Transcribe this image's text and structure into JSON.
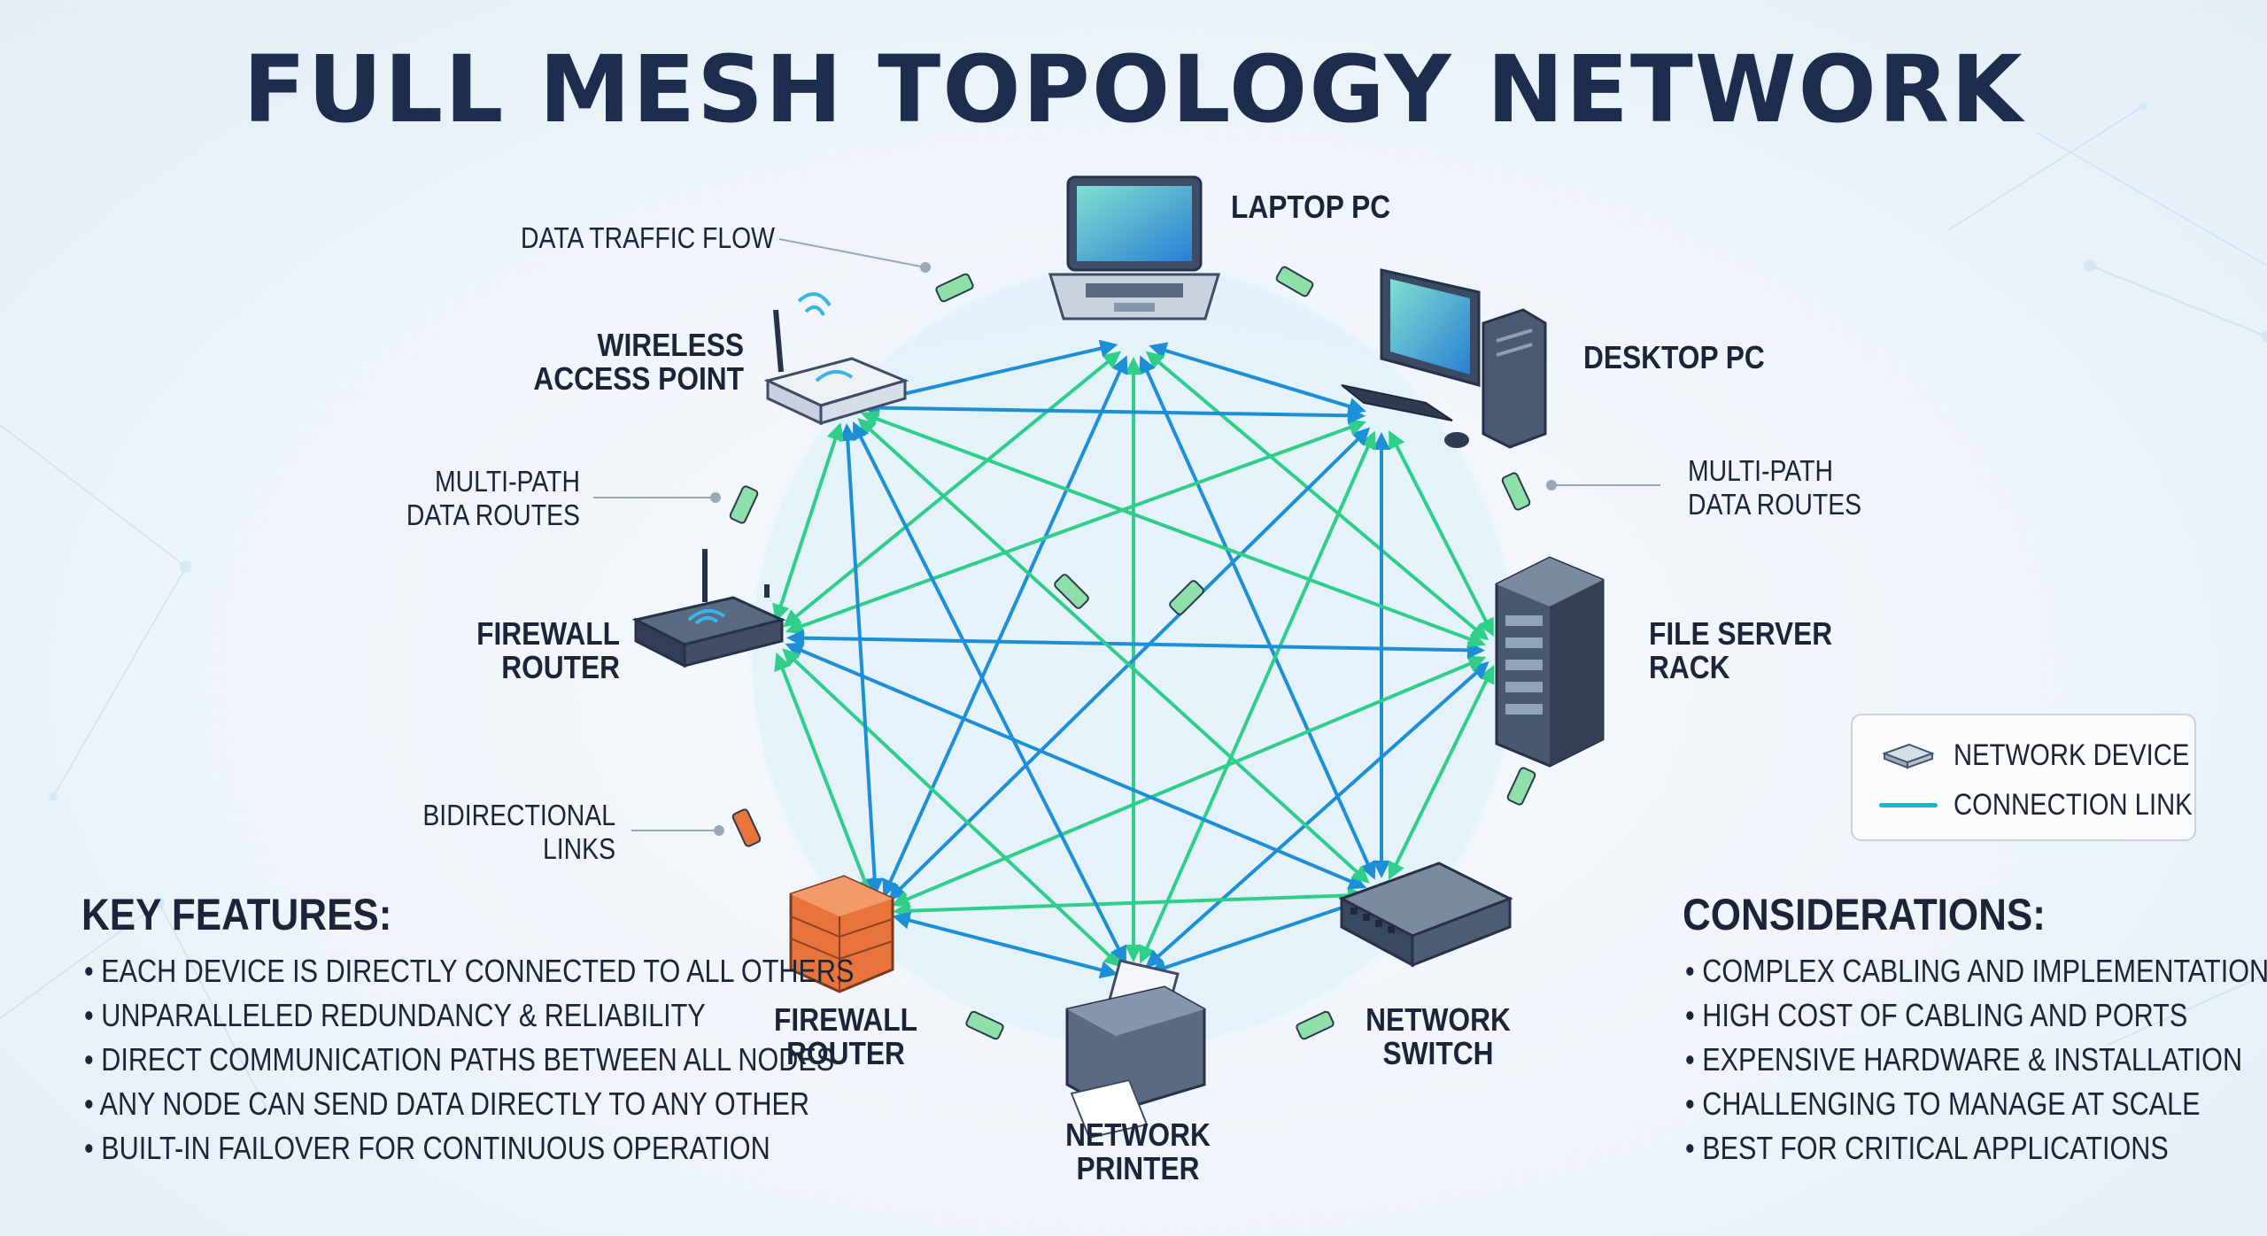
{
  "title": "FULL MESH TOPOLOGY NETWORK",
  "nodes": [
    {
      "id": "laptop",
      "label": "LAPTOP PC",
      "icon": "laptop-icon"
    },
    {
      "id": "desktop",
      "label": "DESKTOP PC",
      "icon": "desktop-pc-icon"
    },
    {
      "id": "server",
      "label": "FILE SERVER RACK",
      "icon": "server-rack-icon"
    },
    {
      "id": "switch",
      "label": "NETWORK SWITCH",
      "icon": "network-switch-icon"
    },
    {
      "id": "printer",
      "label": "NETWORK PRINTER",
      "icon": "printer-icon"
    },
    {
      "id": "firewall",
      "label": "FIREWALL ROUTER",
      "icon": "firewall-brick-icon"
    },
    {
      "id": "router",
      "label": "FIREWALL ROUTER",
      "icon": "router-icon"
    },
    {
      "id": "wap",
      "label": "WIRELESS ACCESS POINT",
      "icon": "wireless-access-point-icon"
    }
  ],
  "labels": {
    "laptop": "LAPTOP PC",
    "desktop": "DESKTOP PC",
    "server_1": "FILE SERVER",
    "server_2": "RACK",
    "switch_1": "NETWORK",
    "switch_2": "SWITCH",
    "printer_1": "NETWORK",
    "printer_2": "PRINTER",
    "firewall_1": "FIREWALL",
    "firewall_2": "ROUTER",
    "router_1": "FIREWALL",
    "router_2": "ROUTER",
    "wap_1": "WIRELESS",
    "wap_2": "ACCESS POINT"
  },
  "annotations": {
    "data_traffic_flow": "DATA TRAFFIC FLOW",
    "multi_path_left_1": "MULTI-PATH",
    "multi_path_left_2": "DATA ROUTES",
    "multi_path_right_1": "MULTI-PATH",
    "multi_path_right_2": "DATA ROUTES",
    "bidirectional_1": "BIDIRECTIONAL",
    "bidirectional_2": "LINKS"
  },
  "legend": {
    "device": "NETWORK DEVICE",
    "link": "CONNECTION LINK"
  },
  "key_features": {
    "heading": "KEY FEATURES:",
    "items": [
      "EACH DEVICE IS  DIRECTLY CONNECTED TO ALL OTHERS",
      "UNPARALLELED REDUNDANCY & RELIABILITY",
      "DIRECT COMMUNICATION PATHS BETWEEN ALL NODES",
      "ANY NODE CAN SEND DATA DIRECTLY TO ANY OTHER",
      "BUILT-IN FAILOVER FOR CONTINUOUS OPERATION"
    ]
  },
  "considerations": {
    "heading": "CONSIDERATIONS:",
    "items": [
      "COMPLEX CABLING AND IMPLEMENTATION",
      "HIGH COST OF CABLING AND PORTS",
      "EXPENSIVE HARDWARE & INSTALLATION",
      "CHALLENGING TO MANAGE AT SCALE",
      "BEST FOR CRITICAL APPLICATIONS"
    ]
  },
  "colors": {
    "title": "#1c2d4d",
    "link_blue": "#1d8fd6",
    "link_green": "#2fcf8a",
    "link_cyan": "#17b5c9",
    "firewall_brick": "#e8743b",
    "device_gray": "#46566e"
  }
}
